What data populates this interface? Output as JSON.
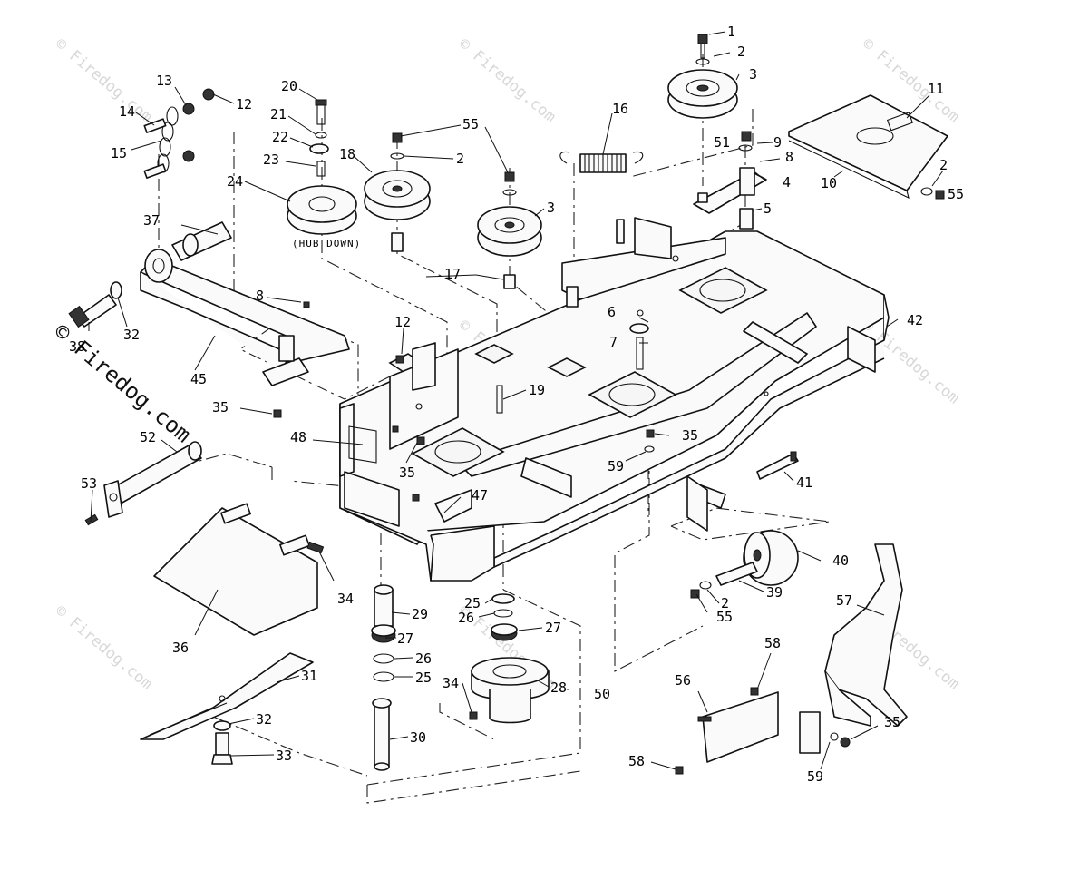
{
  "diagram": {
    "watermark": "© Firedog.com",
    "callouts": {
      "hub_down": "(HUB DOWN)"
    },
    "part_labels": [
      "1",
      "2",
      "3",
      "4",
      "5",
      "6",
      "7",
      "8",
      "9",
      "10",
      "11",
      "12",
      "13",
      "14",
      "15",
      "16",
      "17",
      "18",
      "19",
      "20",
      "21",
      "22",
      "23",
      "24",
      "25",
      "26",
      "27",
      "28",
      "29",
      "30",
      "31",
      "32",
      "33",
      "34",
      "35",
      "36",
      "37",
      "38",
      "39",
      "40",
      "41",
      "42",
      "45",
      "47",
      "48",
      "50",
      "51",
      "52",
      "53",
      "55",
      "56",
      "57",
      "58",
      "59"
    ]
  }
}
